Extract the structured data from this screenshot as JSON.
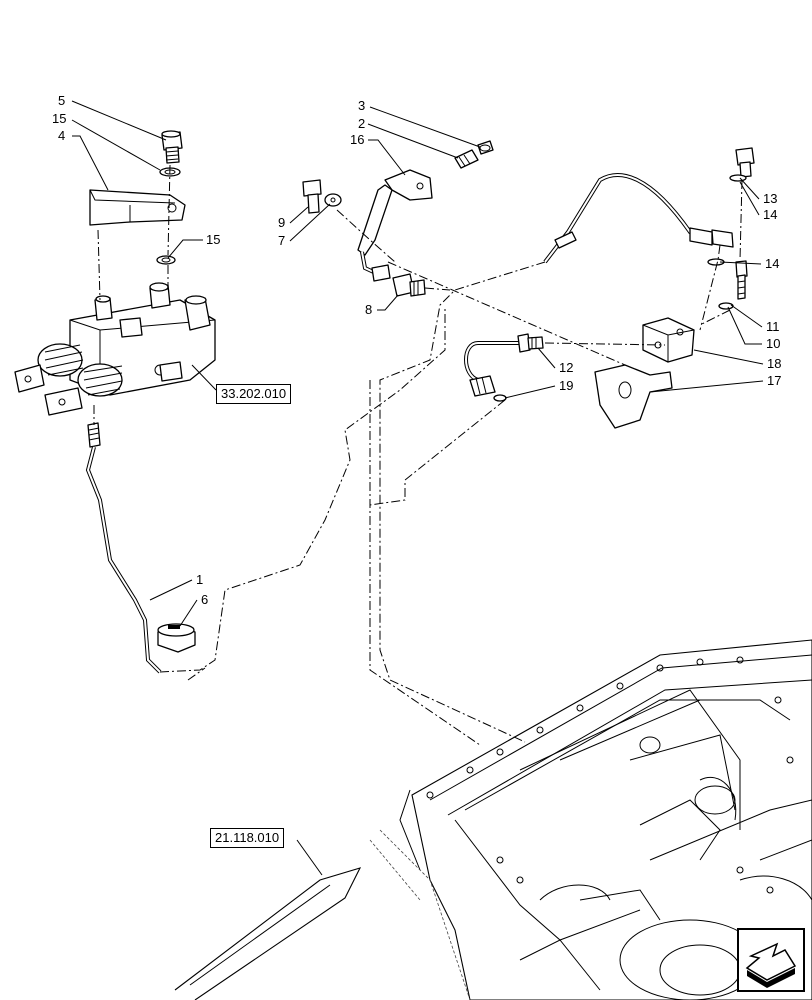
{
  "diagram": {
    "callouts": [
      "1",
      "2",
      "3",
      "4",
      "5",
      "6",
      "7",
      "8",
      "9",
      "10",
      "11",
      "12",
      "13",
      "14",
      "15",
      "16",
      "17",
      "18",
      "19"
    ],
    "references": {
      "ref_brake_master": "33.202.010",
      "ref_transmission": "21.118.010"
    },
    "nav_icon": "next-page-arrow-icon"
  }
}
